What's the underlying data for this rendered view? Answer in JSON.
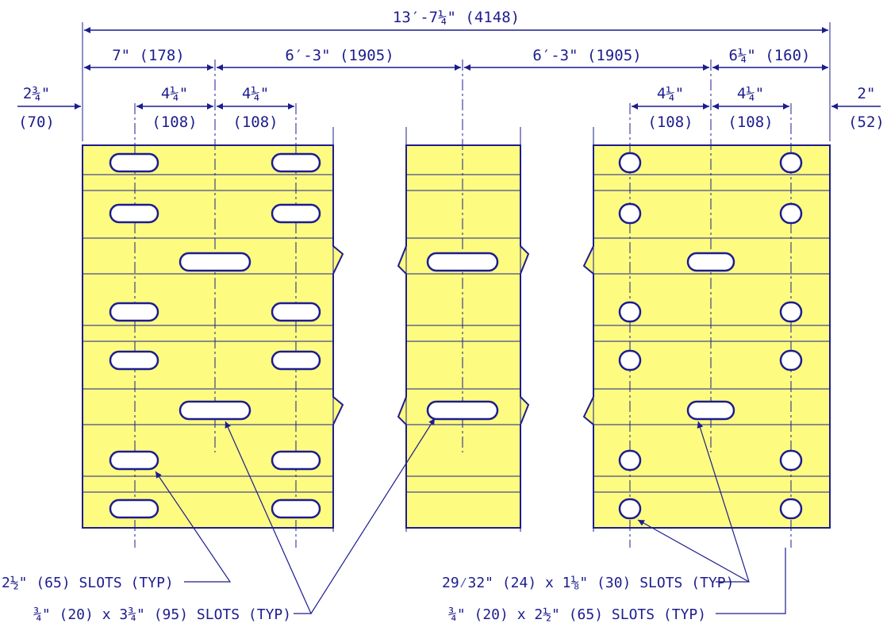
{
  "colors": {
    "line": "#1c1c8f",
    "panel_fill": "#fdfb80",
    "background": "#ffffff"
  },
  "dimensions": {
    "overall": "13′-7¼\" (4148)",
    "left_offset": "7\" (178)",
    "span_left": "6′-3\" (1905)",
    "span_right": "6′-3\" (1905)",
    "right_offset": "6¼\" (160)",
    "left_edge_top": "2¾\"",
    "left_edge_bottom": "(70)",
    "right_edge_top": "2\"",
    "right_edge_bottom": "(52)",
    "pair_a_top": "4¼\"",
    "pair_a_bottom": "(108)",
    "pair_b_top": "4¼\"",
    "pair_b_bottom": "(108)",
    "pair_c_top": "4¼\"",
    "pair_c_bottom": "(108)",
    "pair_d_top": "4¼\"",
    "pair_d_bottom": "(108)"
  },
  "notes": {
    "slots_65": "2½\" (65) SLOTS  (TYP)",
    "slots_95": "¾\" (20) x  3¾\" (95) SLOTS  (TYP)",
    "slots_24x30": "29⁄32\" (24) x  1⅛\" (30) SLOTS  (TYP)",
    "slots_20x65": "¾\" (20) x  2½\" (65) SLOTS  (TYP)"
  }
}
